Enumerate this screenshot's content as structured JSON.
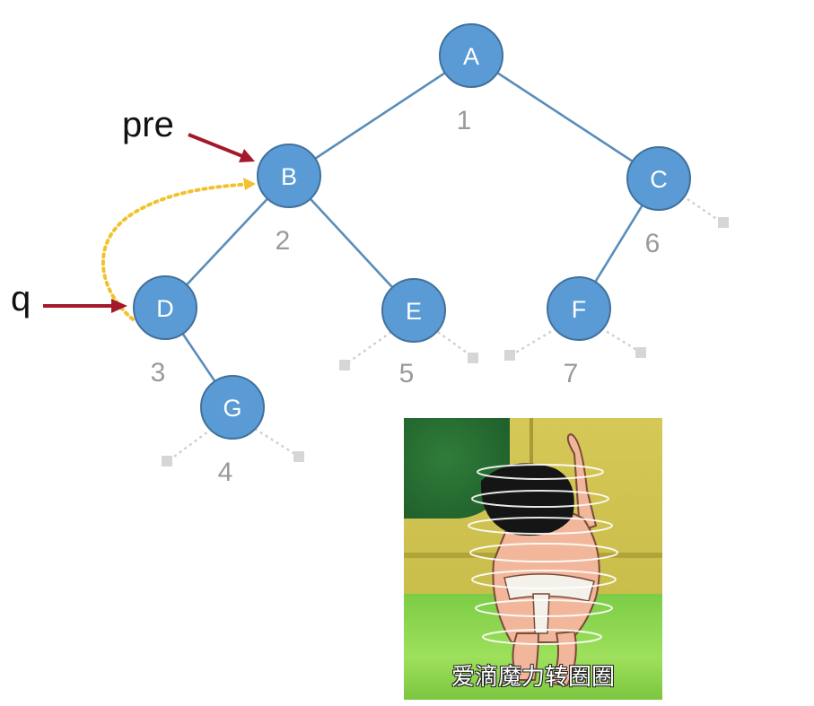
{
  "tree": {
    "nodes": [
      {
        "id": "A",
        "order": "1"
      },
      {
        "id": "B",
        "order": "2"
      },
      {
        "id": "C",
        "order": "6"
      },
      {
        "id": "D",
        "order": "3"
      },
      {
        "id": "E",
        "order": "5"
      },
      {
        "id": "F",
        "order": "7"
      },
      {
        "id": "G",
        "order": "4"
      }
    ],
    "edges": [
      [
        "A",
        "B"
      ],
      [
        "A",
        "C"
      ],
      [
        "B",
        "D"
      ],
      [
        "B",
        "E"
      ],
      [
        "C",
        "F"
      ],
      [
        "D",
        "G"
      ]
    ]
  },
  "pointers": {
    "pre": {
      "label": "pre",
      "target": "B"
    },
    "q": {
      "label": "q",
      "target": "D"
    }
  },
  "meme": {
    "caption": "爱滴魔力转圈圈"
  },
  "colors": {
    "node_fill": "#5b9bd5",
    "edge": "#5b8db8",
    "pointer_arrow": "#a3182b",
    "dotted_link": "#f2c22e",
    "order_number": "#9a9a9a"
  }
}
